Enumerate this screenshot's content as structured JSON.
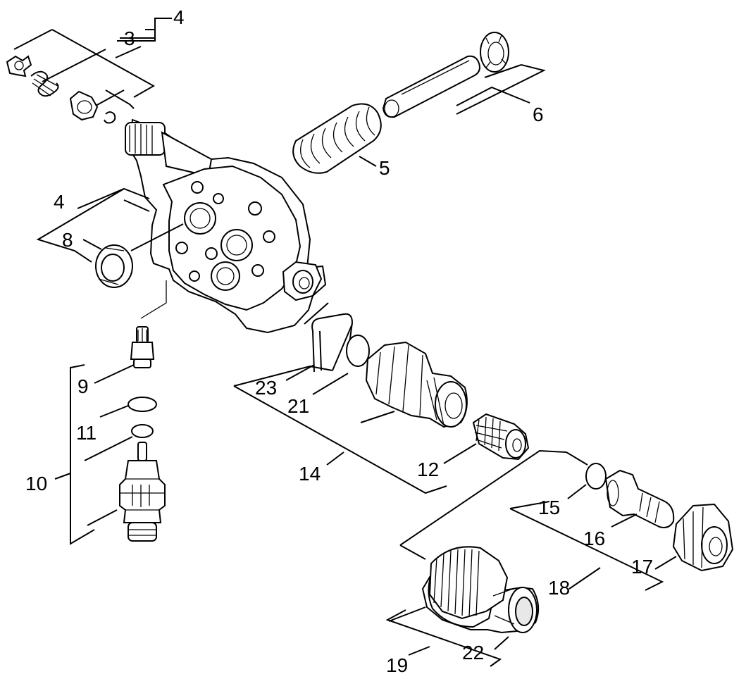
{
  "diagram": {
    "callouts": {
      "c3": "3",
      "c4_top": "4",
      "c4_left": "4",
      "c5": "5",
      "c6": "6",
      "c8": "8",
      "c9": "9",
      "c10": "10",
      "c11": "11",
      "c12": "12",
      "c14": "14",
      "c15": "15",
      "c16": "16",
      "c17": "17",
      "c18": "18",
      "c19": "19",
      "c21": "21",
      "c22": "22",
      "c23": "23"
    }
  }
}
